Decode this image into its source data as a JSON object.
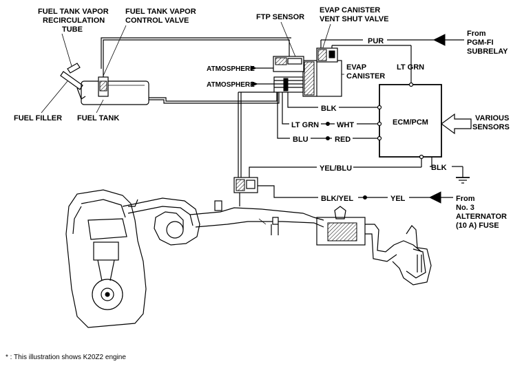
{
  "labels": {
    "recirc_tube": [
      "FUEL TANK VAPOR",
      "RECIRCULATION",
      "TUBE"
    ],
    "control_valve": [
      "FUEL TANK VAPOR",
      "CONTROL VALVE"
    ],
    "ftp_sensor": "FTP SENSOR",
    "vent_shut_valve": [
      "EVAP CANISTER",
      "VENT SHUT VALVE"
    ],
    "from_pgmfi": [
      "From",
      "PGM-FI",
      "SUBRELAY"
    ],
    "atmosphere_1": "ATMOSPHERE",
    "atmosphere_2": "ATMOSPHERE",
    "evap_canister": [
      "EVAP",
      "CANISTER"
    ],
    "fuel_filler": "FUEL FILLER",
    "fuel_tank": "FUEL TANK",
    "ecm_pcm": "ECM/PCM",
    "various_sensors": [
      "VARIOUS",
      "SENSORS"
    ],
    "from_alternator": [
      "From",
      "No. 3",
      "ALTERNATOR",
      "(10 A) FUSE"
    ]
  },
  "wires": {
    "pur": "PUR",
    "lt_grn_top": "LT GRN",
    "blk": "BLK",
    "lt_grn": "LT GRN",
    "wht": "WHT",
    "blu": "BLU",
    "red": "RED",
    "yel_blu": "YEL/BLU",
    "blk_ground": "BLK",
    "blk_yel": "BLK/YEL",
    "yel": "YEL"
  },
  "footnote": "* : This illustration shows K20Z2 engine"
}
